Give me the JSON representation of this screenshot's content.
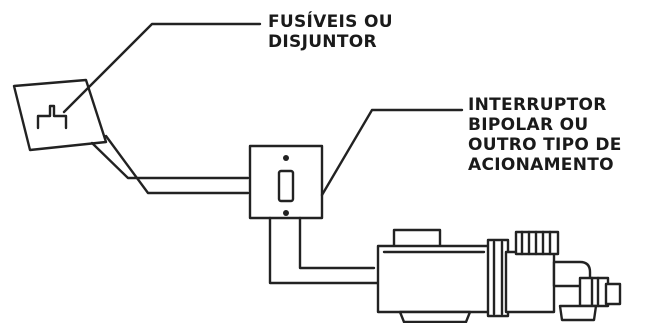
{
  "labels": {
    "fuses": [
      "FUSÍVEIS OU",
      "DISJUNTOR"
    ],
    "switch": [
      "INTERRUPTOR",
      "BIPOLAR OU",
      "OUTRO TIPO DE",
      "ACIONAMENTO"
    ]
  },
  "colors": {
    "ink": "#222222",
    "background": "#ffffff"
  },
  "icons": [
    "breaker-panel-icon",
    "wall-switch-icon",
    "pump-motor-icon"
  ]
}
